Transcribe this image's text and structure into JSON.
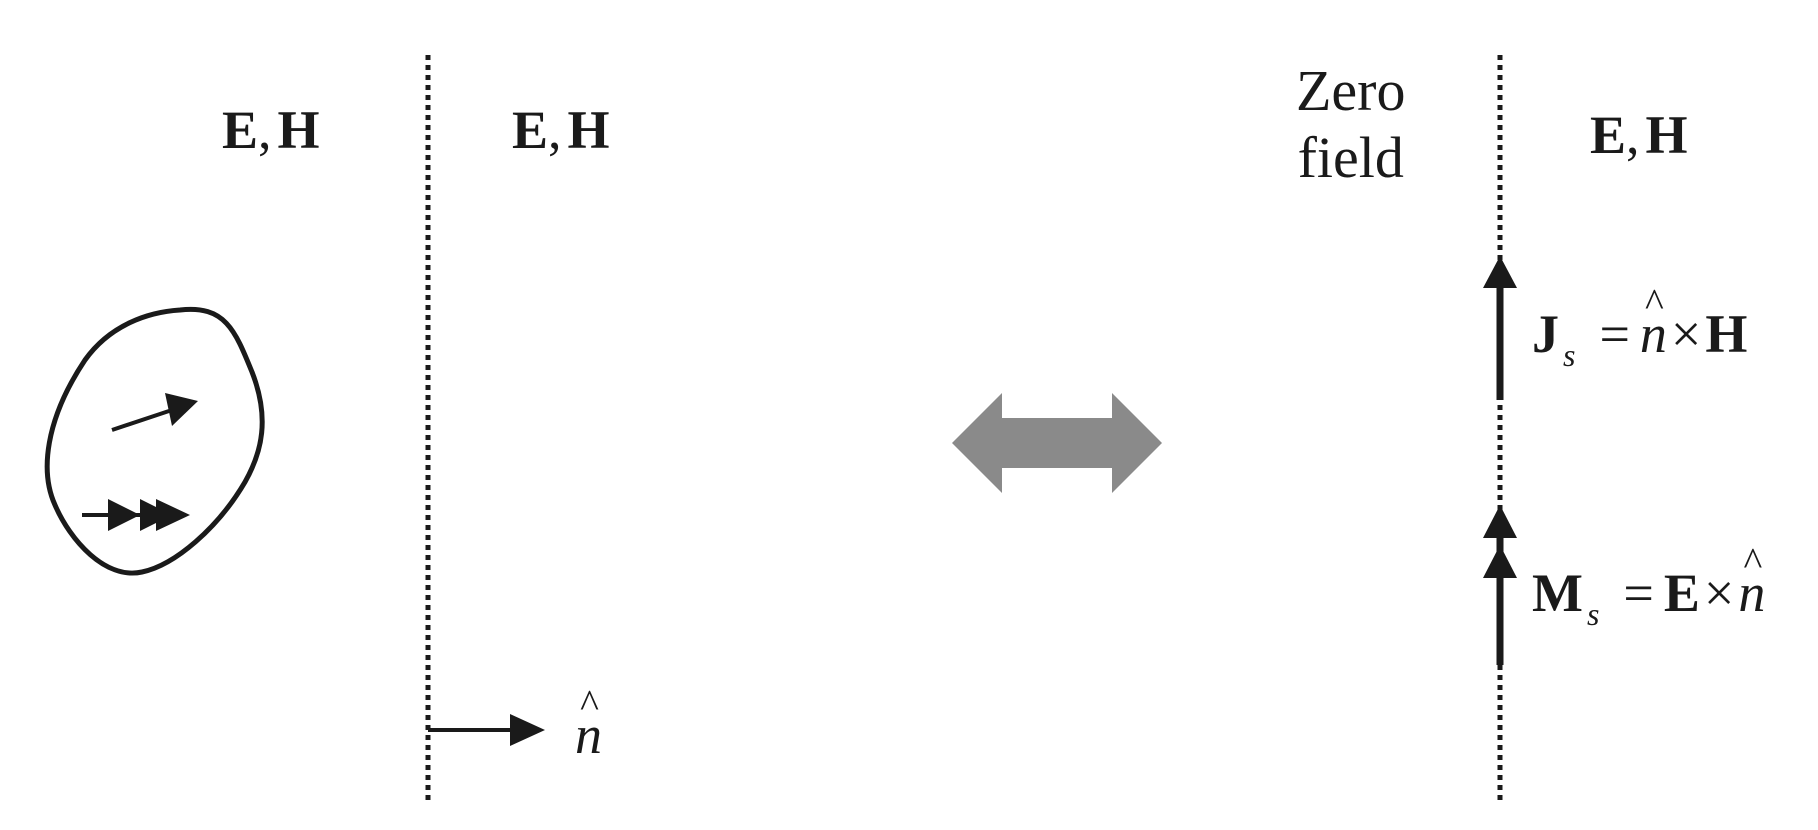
{
  "left_panel": {
    "field_inside_left": {
      "e": "E",
      "sep": ",",
      "h": "H"
    },
    "field_right_of_boundary": {
      "e": "E",
      "sep": ",",
      "h": "H"
    },
    "normal_symbol": "n",
    "hat_glyph": "^"
  },
  "right_panel": {
    "zero_field_label": "Zero\nfield",
    "field_right": {
      "e": "E",
      "sep": ",",
      "h": "H"
    },
    "js_equation": {
      "lhs": "J",
      "sub": "s",
      "eq": "=",
      "n": "n",
      "cross": "×",
      "rhs": "H"
    },
    "ms_equation": {
      "lhs": "M",
      "sub": "s",
      "eq": "=",
      "e": "E",
      "cross": "×",
      "n": "n"
    }
  },
  "colors": {
    "ink": "#1a1a1a",
    "equivalence_arrow": "#8a8a8a",
    "background": "#ffffff"
  }
}
